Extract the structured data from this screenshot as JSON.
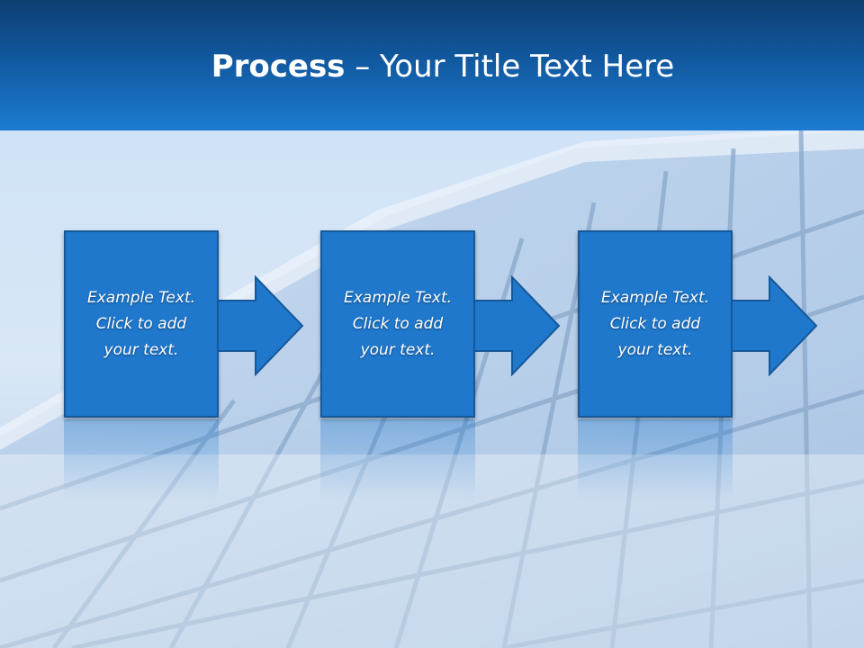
{
  "slide": {
    "title_bold": "Process",
    "title_rest": " – Your Title Text Here",
    "steps": [
      {
        "text": "Example Text.\nClick  to add\nyour text."
      },
      {
        "text": "Example Text.\nClick  to add\nyour text."
      },
      {
        "text": "Example Text.\nClick  to add\nyour text."
      }
    ]
  },
  "colors": {
    "header_dark": "#0d3e72",
    "header_light": "#1c7bd1",
    "box_fill": "#1f78cc",
    "box_border": "#15589a"
  },
  "background_image": "glass-building-facade"
}
